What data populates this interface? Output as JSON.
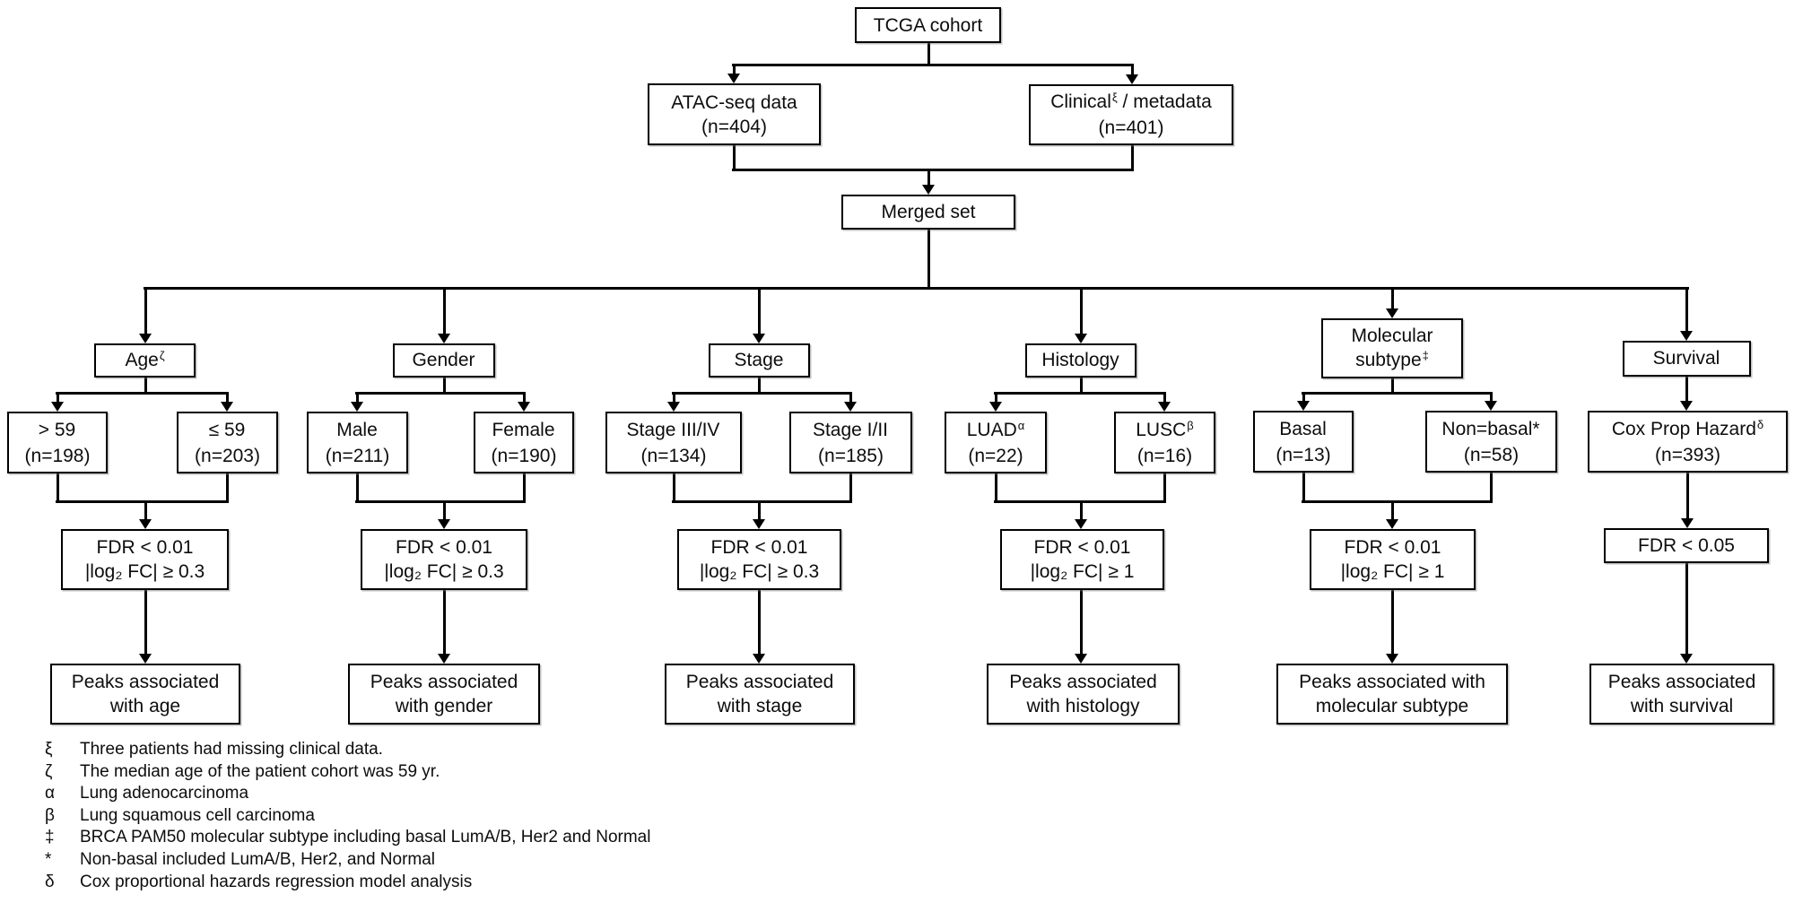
{
  "diagram": {
    "root": {
      "label": "TCGA cohort"
    },
    "sources": {
      "atac": {
        "line1": "ATAC-seq data",
        "line2": "(n=404)"
      },
      "clinical": {
        "line1": "Clinical",
        "line1_sup": "ξ",
        "line1_rest": " / metadata",
        "line2": "(n=401)"
      }
    },
    "merged": {
      "label": "Merged set"
    },
    "branches": [
      {
        "category": {
          "line1": "Age",
          "line1_sup": "ζ"
        },
        "children": [
          {
            "line1": "> 59",
            "line1_sup": "",
            "line2": "(n=198)"
          },
          {
            "line1": "≤ 59",
            "line1_sup": "",
            "line2": "(n=203)"
          }
        ],
        "filter": {
          "line1": "FDR < 0.01",
          "line2": "|log₂ FC| ≥ 0.3"
        },
        "result": {
          "line1": "Peaks associated",
          "line2": "with age"
        }
      },
      {
        "category": {
          "line1": "Gender",
          "line1_sup": ""
        },
        "children": [
          {
            "line1": "Male",
            "line1_sup": "",
            "line2": "(n=211)"
          },
          {
            "line1": "Female",
            "line1_sup": "",
            "line2": "(n=190)"
          }
        ],
        "filter": {
          "line1": "FDR < 0.01",
          "line2": "|log₂ FC| ≥ 0.3"
        },
        "result": {
          "line1": "Peaks associated",
          "line2": "with gender"
        }
      },
      {
        "category": {
          "line1": "Stage",
          "line1_sup": ""
        },
        "children": [
          {
            "line1": "Stage III/IV",
            "line1_sup": "",
            "line2": "(n=134)"
          },
          {
            "line1": "Stage I/II",
            "line1_sup": "",
            "line2": "(n=185)"
          }
        ],
        "filter": {
          "line1": "FDR < 0.01",
          "line2": "|log₂ FC| ≥ 0.3"
        },
        "result": {
          "line1": "Peaks associated",
          "line2": "with stage"
        }
      },
      {
        "category": {
          "line1": "Histology",
          "line1_sup": ""
        },
        "children": [
          {
            "line1": "LUAD",
            "line1_sup": "α",
            "line2": "(n=22)"
          },
          {
            "line1": "LUSC",
            "line1_sup": "β",
            "line2": "(n=16)"
          }
        ],
        "filter": {
          "line1": "FDR < 0.01",
          "line2": "|log₂ FC| ≥ 1"
        },
        "result": {
          "line1": "Peaks associated",
          "line2": "with histology"
        }
      },
      {
        "category": {
          "line1": "Molecular",
          "line2": "subtype",
          "line2_sup": "‡"
        },
        "children": [
          {
            "line1": "Basal",
            "line1_sup": "",
            "line2": "(n=13)"
          },
          {
            "line1": "Non=basal*",
            "line1_sup": "",
            "line2": "(n=58)"
          }
        ],
        "filter": {
          "line1": "FDR < 0.01",
          "line2": "|log₂ FC| ≥ 1"
        },
        "result": {
          "line1": "Peaks associated with",
          "line2": "molecular subtype"
        }
      },
      {
        "category": {
          "line1": "Survival",
          "line1_sup": ""
        },
        "children": [
          {
            "line1": "Cox Prop Hazard",
            "line1_sup": "δ",
            "line2": "(n=393)"
          }
        ],
        "filter": {
          "line1": "FDR < 0.05"
        },
        "result": {
          "line1": "Peaks associated",
          "line2": "with survival"
        }
      }
    ],
    "footnotes": [
      {
        "symbol": "ξ",
        "text": "Three patients had missing clinical data."
      },
      {
        "symbol": "ζ",
        "text": "The median age of the patient cohort was 59 yr."
      },
      {
        "symbol": "α",
        "text": "Lung adenocarcinoma"
      },
      {
        "symbol": "β",
        "text": "Lung squamous cell carcinoma"
      },
      {
        "symbol": "‡",
        "text": "BRCA PAM50 molecular subtype including basal LumA/B, Her2 and Normal"
      },
      {
        "symbol": "*",
        "text": "Non-basal included LumA/B, Her2, and Normal"
      },
      {
        "symbol": "δ",
        "text": "Cox proportional hazards regression model analysis"
      }
    ]
  }
}
